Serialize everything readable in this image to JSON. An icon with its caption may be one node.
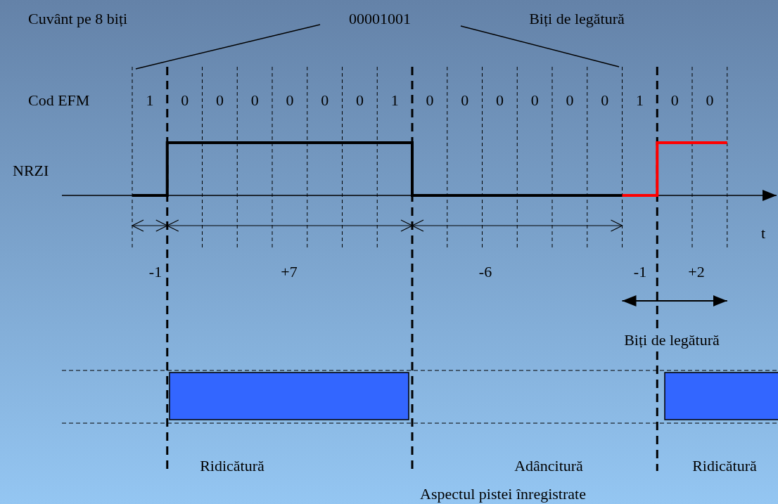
{
  "diagram": {
    "nodes": [
      {
        "text": [],
        "shape": "bar"
      },
      {
        "text": [],
        "shape": "bar"
      }
    ],
    "labels": [
      "Cuvânt pe 8 biți",
      "00001001",
      "Biți de legătură",
      "Cod EFM",
      "1",
      "0",
      "0",
      "0",
      "0",
      "0",
      "0",
      "1",
      "0",
      "0",
      "0",
      "0",
      "0",
      "0",
      "1",
      "0",
      "0",
      "NRZI",
      "t",
      "-1",
      "+7",
      "-6",
      "-1",
      "+2",
      "Biți de legătură",
      "Ridicătură",
      "Adâncitură",
      "Ridicătură",
      "Aspectul pistei înregistrate"
    ]
  }
}
